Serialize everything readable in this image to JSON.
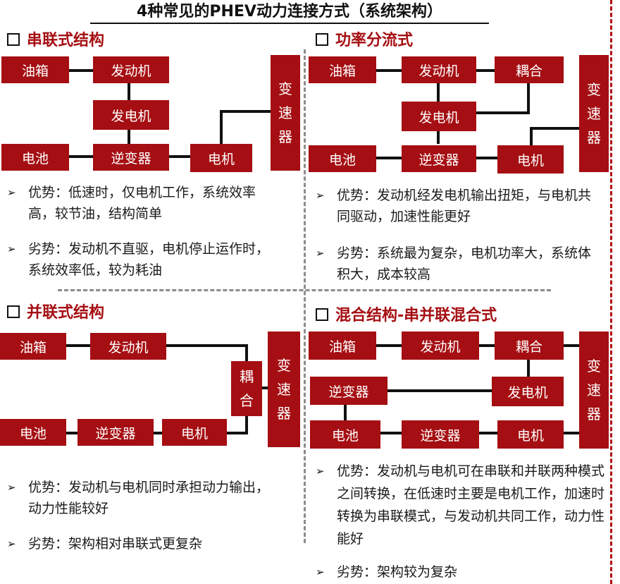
{
  "title": "4种常见的PHEV动力连接方式（系统架构）",
  "colors": {
    "box": "#a50e12",
    "heading": "#a50e12",
    "red_dash": "#b30d10",
    "gray_dash": "#8c8c8c"
  },
  "icons": {
    "heading_marker": "square-outline-icon",
    "bullet_marker": "arrow-bullet-icon"
  },
  "sections": {
    "series": {
      "heading": "串联式结构",
      "boxes": {
        "tank": "油箱",
        "engine": "发动机",
        "generator": "发电机",
        "battery": "电池",
        "inverter": "逆变器",
        "motor": "电机",
        "gearbox": [
          "变",
          "速",
          "器"
        ]
      },
      "pros": "优势：低速时，仅电机工作，系统效率高，较节油，结构简单",
      "cons": "劣势：发动机不直驱，电机停止运作时，系统效率低，较为耗油"
    },
    "power_split": {
      "heading": "功率分流式",
      "boxes": {
        "tank": "油箱",
        "engine": "发动机",
        "coupling": "耦合",
        "generator": "发电机",
        "battery": "电池",
        "inverter": "逆变器",
        "motor": "电机",
        "gearbox": [
          "变",
          "速",
          "器"
        ]
      },
      "pros": "优势：发动机经发电机输出扭矩，与电机共同驱动，加速性能更好",
      "cons": "劣势：系统最为复杂，电机功率大，系统体积大，成本较高"
    },
    "parallel": {
      "heading": "并联式结构",
      "boxes": {
        "tank": "油箱",
        "engine": "发动机",
        "coupling": [
          "耦",
          "合"
        ],
        "battery": "电池",
        "inverter": "逆变器",
        "motor": "电机",
        "gearbox": [
          "变",
          "速",
          "器"
        ]
      },
      "pros": "优势：发动机与电机同时承担动力输出，动力性能较好",
      "cons": "劣势：架构相对串联式更复杂"
    },
    "hybrid": {
      "heading": "混合结构-串并联混合式",
      "boxes": {
        "tank": "油箱",
        "engine": "发动机",
        "coupling": "耦合",
        "inverter_top": "逆变器",
        "generator": "发电机",
        "battery": "电池",
        "inverter": "逆变器",
        "motor": "电机",
        "gearbox": [
          "变",
          "速",
          "器"
        ]
      },
      "pros": "优势：发动机与电机可在串联和并联两种模式之间转换，在低速时主要是电机工作，加速时转换为串联模式，与发动机共同工作，动力性能好",
      "cons": "劣势：架构较为复杂"
    }
  }
}
